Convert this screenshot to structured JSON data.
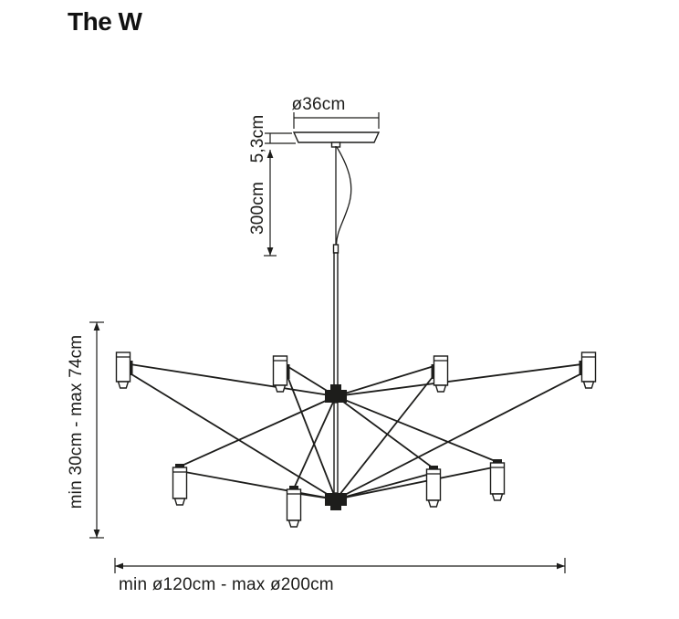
{
  "title": "The W",
  "diagram": {
    "labels": {
      "canopy_diameter": "ø36cm",
      "canopy_height": "5,3cm",
      "cable_length": "300cm",
      "height_range": "min 30cm - max 74cm",
      "diameter_range": "min ø120cm - max ø200cm"
    },
    "colors": {
      "line": "#1d1d1b",
      "background": "#ffffff"
    }
  }
}
